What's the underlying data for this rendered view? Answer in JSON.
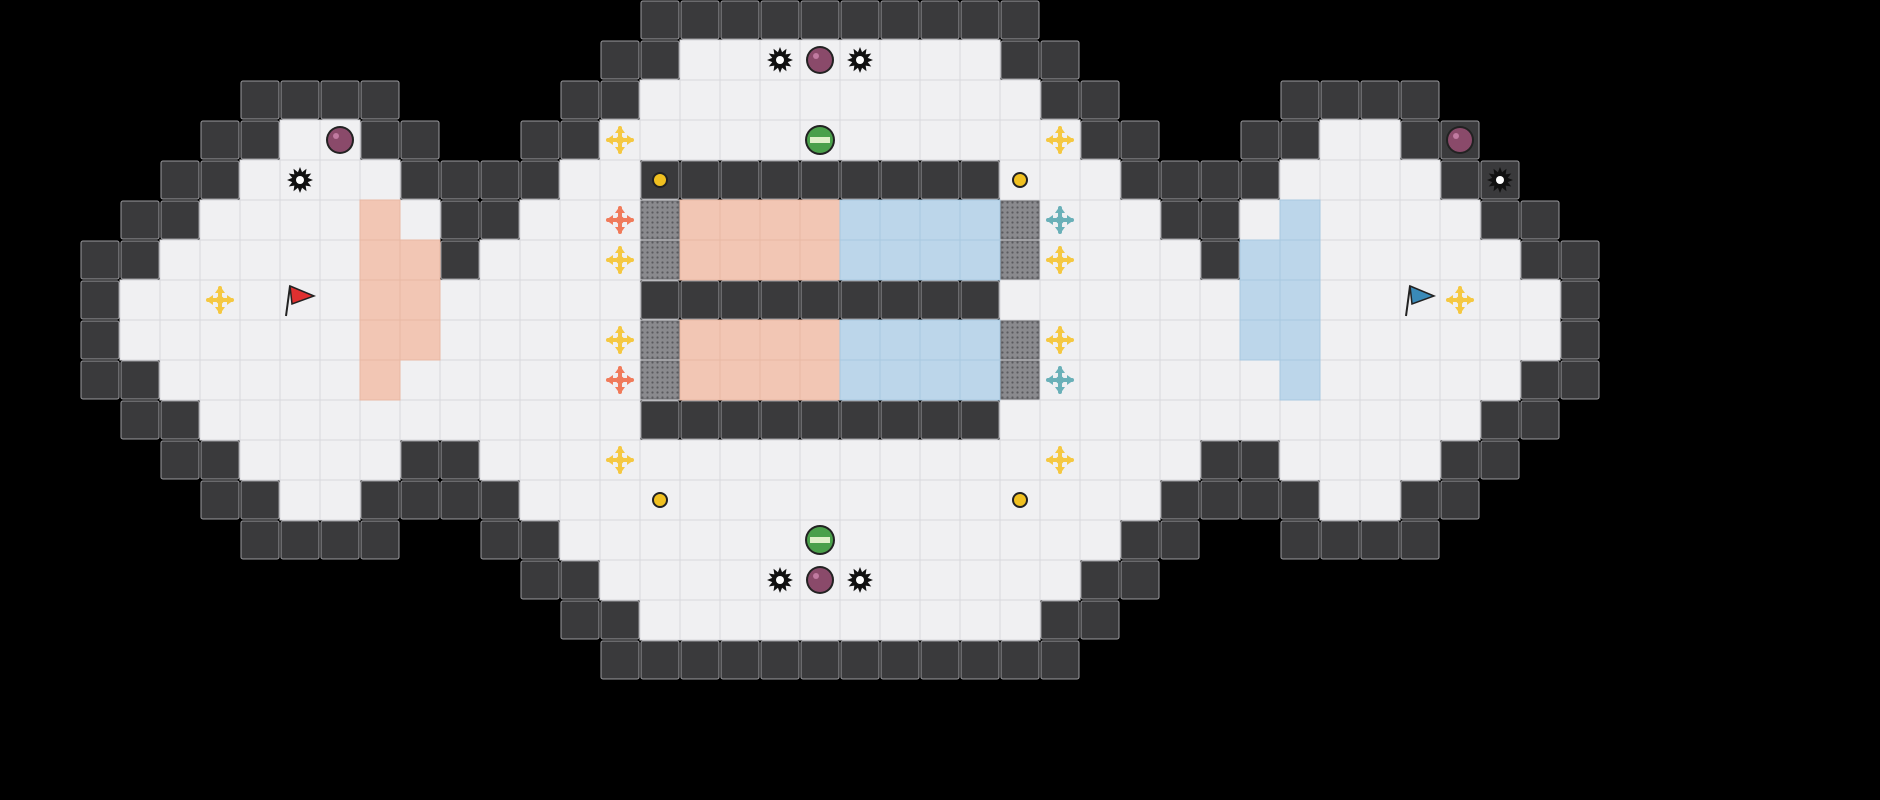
{
  "map": {
    "colors": {
      "background": "#000000",
      "floor": "#f0f0f2",
      "floor_line": "#d8d8dc",
      "wall": "#3a3a3c",
      "wall_edge": "#9a9a9e",
      "red_team": "#f2c6b4",
      "blue_team": "#bcd6ea",
      "gate": "#7a7a7e",
      "boost_neutral": "#f5c842",
      "boost_red": "#f07a5a",
      "boost_blue": "#6ab0b8",
      "bomb": "#8a4a6a",
      "powerup": "#4aa04a",
      "spike": "#111111",
      "red_flag": "#e03030",
      "blue_flag": "#3a8ab8",
      "button": "#f0c020"
    },
    "flags": [
      {
        "team": "red",
        "icon": "red-flag-icon"
      },
      {
        "team": "blue",
        "icon": "blue-flag-icon"
      }
    ],
    "items": {
      "spike": "spike-icon",
      "bomb": "bomb-icon",
      "powerup": "powerup-icon",
      "boost": "boost-icon",
      "button": "button-icon",
      "gate": "gate-tile"
    }
  }
}
